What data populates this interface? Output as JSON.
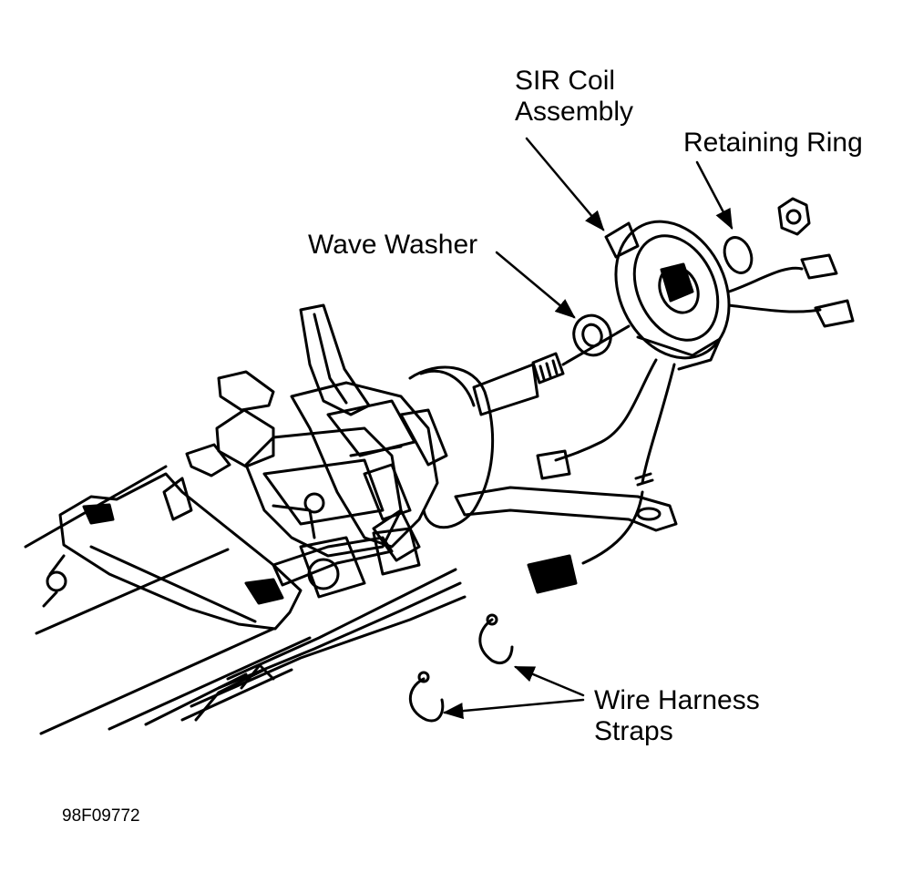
{
  "figure": {
    "code": "98F09772",
    "ink_color": "#000000",
    "paper_color": "#ffffff"
  },
  "labels": {
    "sir_coil": {
      "line1": "SIR Coil",
      "line2": "Assembly"
    },
    "retaining_ring": "Retaining Ring",
    "wave_washer": "Wave Washer",
    "wire_harness": {
      "line1": "Wire Harness",
      "line2": "Straps"
    }
  }
}
